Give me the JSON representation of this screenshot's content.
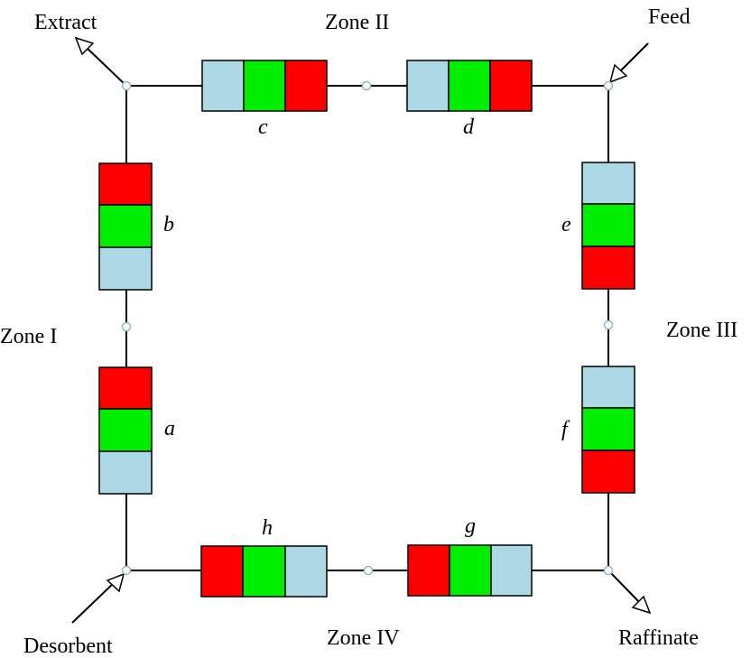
{
  "zones": {
    "zone1": "Zone I",
    "zone2": "Zone II",
    "zone3": "Zone III",
    "zone4": "Zone IV"
  },
  "streams": {
    "extract": "Extract",
    "feed": "Feed",
    "desorbent": "Desorbent",
    "raffinate": "Raffinate"
  },
  "columns": {
    "a": "a",
    "b": "b",
    "c": "c",
    "d": "d",
    "e": "e",
    "f": "f",
    "g": "g",
    "h": "h"
  },
  "colors": {
    "red": "#ff0000",
    "green": "#00ee00",
    "light_blue": "#add8e6"
  }
}
